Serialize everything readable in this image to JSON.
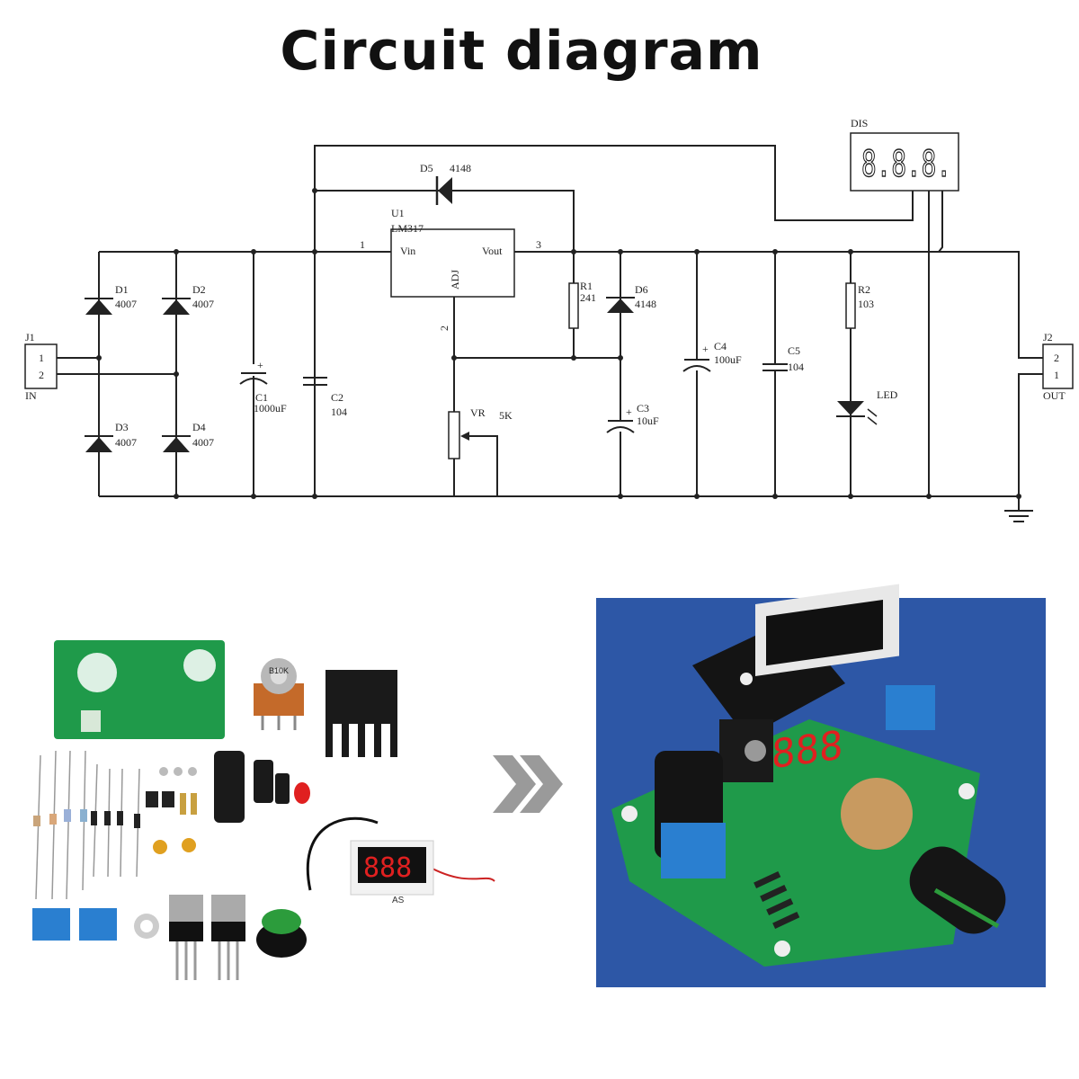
{
  "title": "Circuit diagram",
  "schematic": {
    "J1": {
      "ref": "J1",
      "pin1": "1",
      "pin2": "2",
      "name": "IN"
    },
    "J2": {
      "ref": "J2",
      "pin1": "1",
      "pin2": "2",
      "name": "OUT"
    },
    "D1": {
      "ref": "D1",
      "value": "4007"
    },
    "D2": {
      "ref": "D2",
      "value": "4007"
    },
    "D3": {
      "ref": "D3",
      "value": "4007"
    },
    "D4": {
      "ref": "D4",
      "value": "4007"
    },
    "D5": {
      "ref": "D5",
      "value": "4148"
    },
    "D6": {
      "ref": "D6",
      "value": "4148"
    },
    "C1": {
      "ref": "C1",
      "value": "1000uF",
      "plus": "+"
    },
    "C2": {
      "ref": "C2",
      "value": "104"
    },
    "C3": {
      "ref": "C3",
      "value": "10uF",
      "plus": "+"
    },
    "C4": {
      "ref": "C4",
      "value": "100uF",
      "plus": "+"
    },
    "C5": {
      "ref": "C5",
      "value": "104"
    },
    "R1": {
      "ref": "R1",
      "value": "241"
    },
    "R2": {
      "ref": "R2",
      "value": "103"
    },
    "VR": {
      "ref": "VR",
      "value": "5K"
    },
    "LED": {
      "ref": "LED"
    },
    "U1": {
      "ref": "U1",
      "part": "LM317",
      "vin": "Vin",
      "vout": "Vout",
      "adj": "ADJ",
      "pin1": "1",
      "pin2": "2",
      "pin3": "3"
    },
    "DIS": {
      "ref": "DIS",
      "display": "8.8.8."
    }
  },
  "photos": {
    "kit": {
      "pot_label": "B10K",
      "meter_label": "AS",
      "meter_digits": "888"
    },
    "assembled": {
      "digits": "888"
    }
  },
  "colors": {
    "pcb_green": "#1f9a4a",
    "photo_bg": "#2d57a6",
    "terminal_blue": "#2a7fd0",
    "led_red": "#e02020",
    "arrow_grey": "#9a9a9a"
  }
}
